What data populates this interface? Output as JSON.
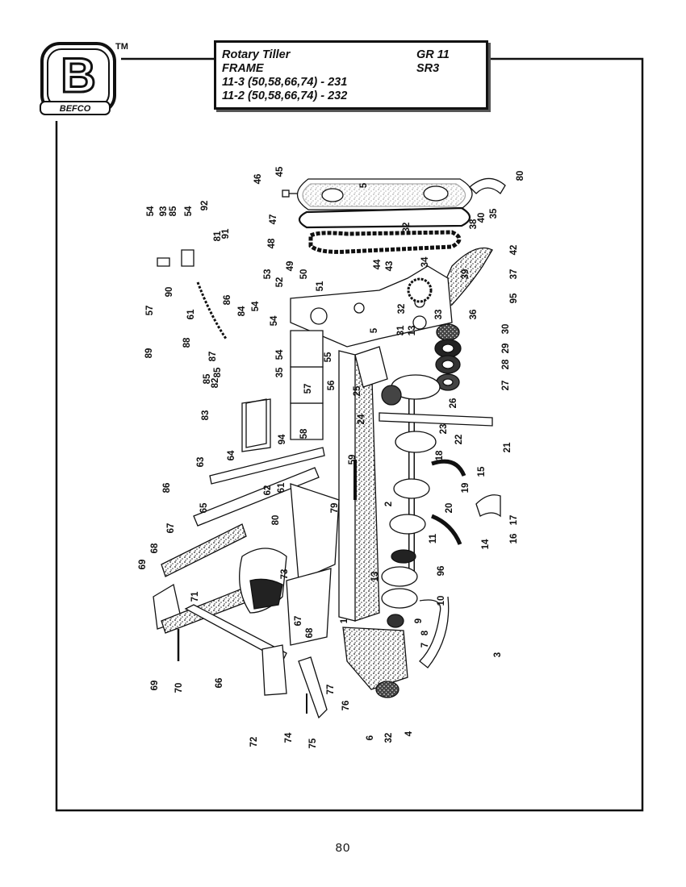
{
  "brand": {
    "name": "BEFCO",
    "trademark": "TM",
    "letter": "B"
  },
  "title": {
    "line1": "Rotary Tiller",
    "line2": "FRAME",
    "line3": "11-3 (50,58,66,74) - 231",
    "line4": "11-2 (50,58,66,74) - 232",
    "code1": "GR 11",
    "code2": "SR3"
  },
  "page_number": "80",
  "parts": [
    "1",
    "2",
    "3",
    "4",
    "5",
    "6",
    "7",
    "8",
    "9",
    "10",
    "11",
    "13",
    "14",
    "15",
    "16",
    "17",
    "18",
    "19",
    "20",
    "21",
    "22",
    "23",
    "24",
    "25",
    "26",
    "27",
    "28",
    "29",
    "30",
    "31",
    "32",
    "33",
    "34",
    "35",
    "36",
    "37",
    "38",
    "39",
    "40",
    "42",
    "43",
    "44",
    "45",
    "46",
    "47",
    "48",
    "49",
    "50",
    "51",
    "52",
    "53",
    "54",
    "55",
    "56",
    "57",
    "58",
    "59",
    "61",
    "62",
    "63",
    "64",
    "65",
    "66",
    "67",
    "68",
    "69",
    "70",
    "71",
    "72",
    "73",
    "74",
    "75",
    "76",
    "77",
    "79",
    "80",
    "81",
    "82",
    "83",
    "84",
    "85",
    "86",
    "87",
    "88",
    "89",
    "90",
    "91",
    "92",
    "93",
    "94",
    "95",
    "96"
  ]
}
